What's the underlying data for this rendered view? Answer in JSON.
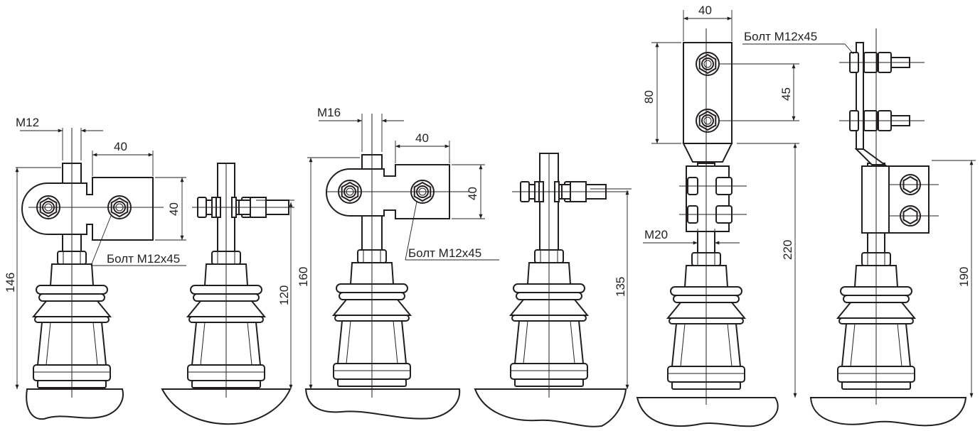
{
  "colors": {
    "ink": "#231f20",
    "background": "#ffffff"
  },
  "labels": {
    "thread_m12": "M12",
    "thread_m16": "M16",
    "thread_m20": "M20",
    "bolt": "Болт М12х45",
    "bolt_top": "Болт М12х45"
  },
  "dims": {
    "d1_plate_width": "40",
    "d1_plate_height": "40",
    "d1_total_height": "146",
    "d2_height": "120",
    "d3_plate_width": "40",
    "d3_plate_height": "40",
    "d3_total_height": "160",
    "d4_height": "135",
    "d5_plate_width": "40",
    "d5_plate_height": "80",
    "d5_hole_spacing": "45",
    "d5_total_height": "220",
    "d6_height": "190"
  }
}
